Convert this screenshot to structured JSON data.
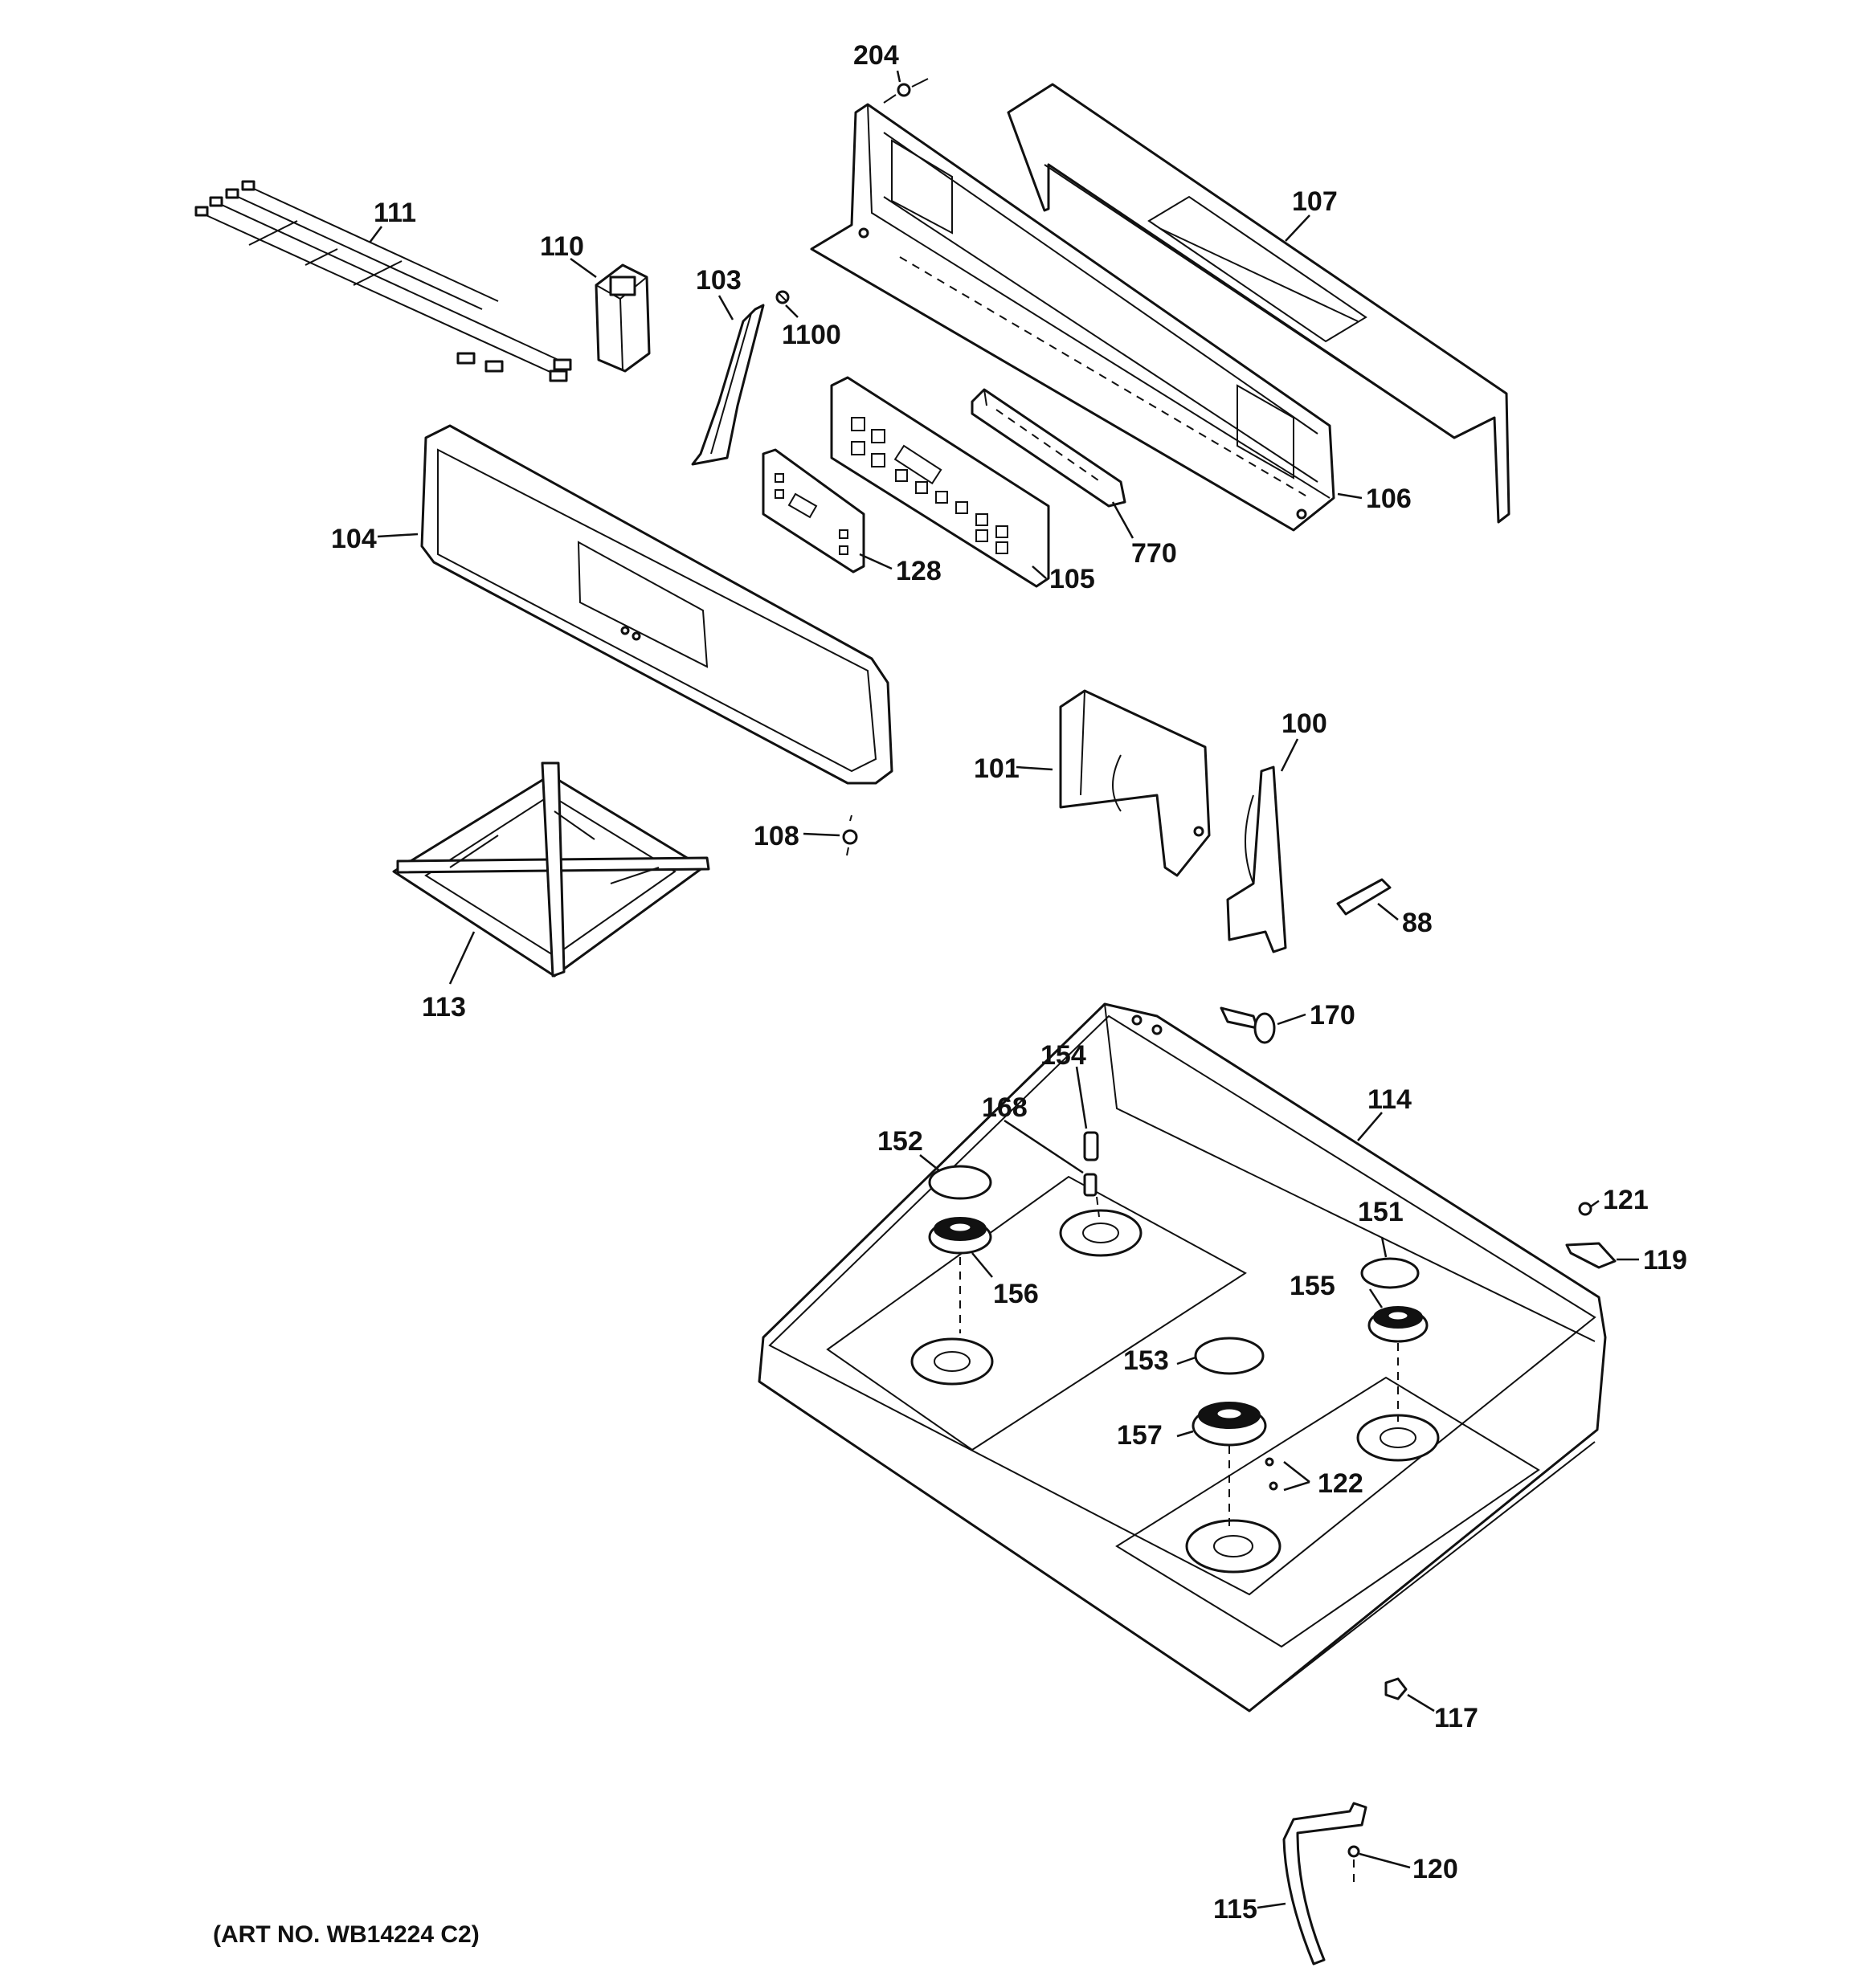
{
  "diagram": {
    "callouts": {
      "p204": "204",
      "p107": "107",
      "p111": "111",
      "p110": "110",
      "p103": "103",
      "p1100": "1100",
      "p106": "106",
      "p104": "104",
      "p128": "128",
      "p105": "105",
      "p770": "770",
      "p100": "100",
      "p101": "101",
      "p108": "108",
      "p88": "88",
      "p113": "113",
      "p170": "170",
      "p154": "154",
      "p114": "114",
      "p168": "168",
      "p152": "152",
      "p121": "121",
      "p151": "151",
      "p119": "119",
      "p156": "156",
      "p155": "155",
      "p153": "153",
      "p157": "157",
      "p122": "122",
      "p117": "117",
      "p120": "120",
      "p115": "115"
    },
    "art_number": "(ART NO. WB14224 C2)"
  }
}
